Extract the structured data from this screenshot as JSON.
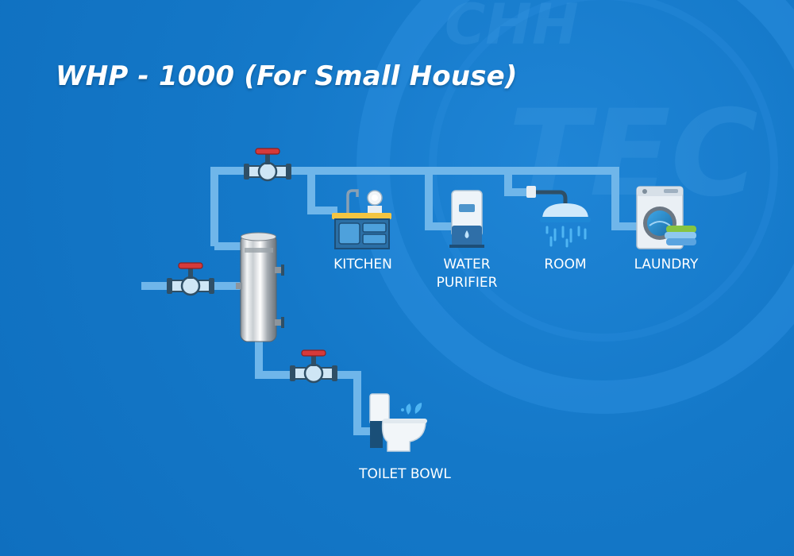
{
  "title": "WHP - 1000 (For Small House)",
  "outlets": {
    "kitchen": "KITCHEN",
    "water_purifier_line1": "WATER",
    "water_purifier_line2": "PURIFIER",
    "room": "ROOM",
    "laundry": "LAUNDRY",
    "toilet_bowl": "TOILET BOWL"
  },
  "colors": {
    "background": "#1478c8",
    "pipe": "#6fb6ea",
    "valve_handle": "#d63a3a",
    "valve_body": "#2f4f66",
    "text": "#ffffff"
  },
  "icons": [
    "valve-icon",
    "filter-tank-icon",
    "kitchen-sink-icon",
    "water-purifier-icon",
    "shower-icon",
    "washing-machine-icon",
    "toilet-icon"
  ]
}
